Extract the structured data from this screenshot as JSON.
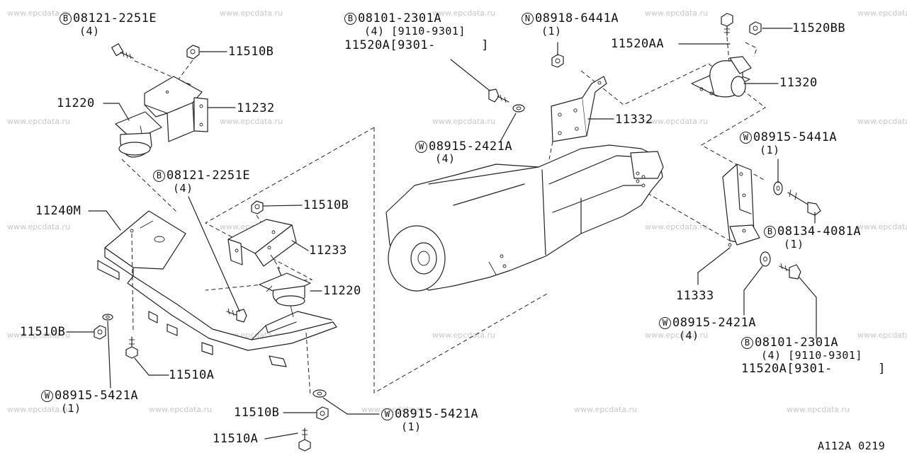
{
  "watermark": "www.epcdata.ru",
  "diagram_code": "A112A 0219",
  "callouts": {
    "bolt_tl": {
      "prefix": "B",
      "part": "08121-2251E",
      "qty": "(4)"
    },
    "nut_tl": {
      "part": "11510B"
    },
    "ins_l": {
      "part": "11220"
    },
    "brk_l": {
      "part": "11232"
    },
    "bolt_ml": {
      "prefix": "B",
      "part": "08121-2251E",
      "qty": "(4)"
    },
    "member": {
      "part": "11240M"
    },
    "nut_c": {
      "part": "11510B"
    },
    "brk_c": {
      "part": "11233"
    },
    "ins_c": {
      "part": "11220"
    },
    "nut_bl": {
      "part": "11510B"
    },
    "bolt_bl": {
      "part": "11510A"
    },
    "wash_bl": {
      "prefix": "W",
      "part": "08915-5421A",
      "qty": "(1)"
    },
    "nut_bc": {
      "part": "11510B"
    },
    "wash_bc": {
      "prefix": "W",
      "part": "08915-5421A",
      "qty": "(1)"
    },
    "bolt_bc": {
      "part": "11510A"
    },
    "bolt_tc": {
      "prefix": "B",
      "part": "08101-2301A",
      "qty": "(4) [9110-9301]",
      "alt": "11520A[9301-      ]"
    },
    "nut_tc": {
      "prefix": "N",
      "part": "08918-6441A",
      "qty": "(1)"
    },
    "wash_c": {
      "prefix": "W",
      "part": "08915-2421A",
      "qty": "(4)"
    },
    "brk_r": {
      "part": "11332"
    },
    "bolt_tr": {
      "part": "11520AA"
    },
    "nut_tr": {
      "part": "11520BB"
    },
    "ins_r": {
      "part": "11320"
    },
    "wash_r1": {
      "prefix": "W",
      "part": "08915-5441A",
      "qty": "(1)"
    },
    "bolt_r": {
      "prefix": "B",
      "part": "08134-4081A",
      "qty": "(1)"
    },
    "brk_rl": {
      "part": "11333"
    },
    "wash_r2": {
      "prefix": "W",
      "part": "08915-2421A",
      "qty": "(4)"
    },
    "bolt_br": {
      "prefix": "B",
      "part": "08101-2301A",
      "qty": "(4) [9110-9301]",
      "alt": "11520A[9301-      ]"
    }
  }
}
